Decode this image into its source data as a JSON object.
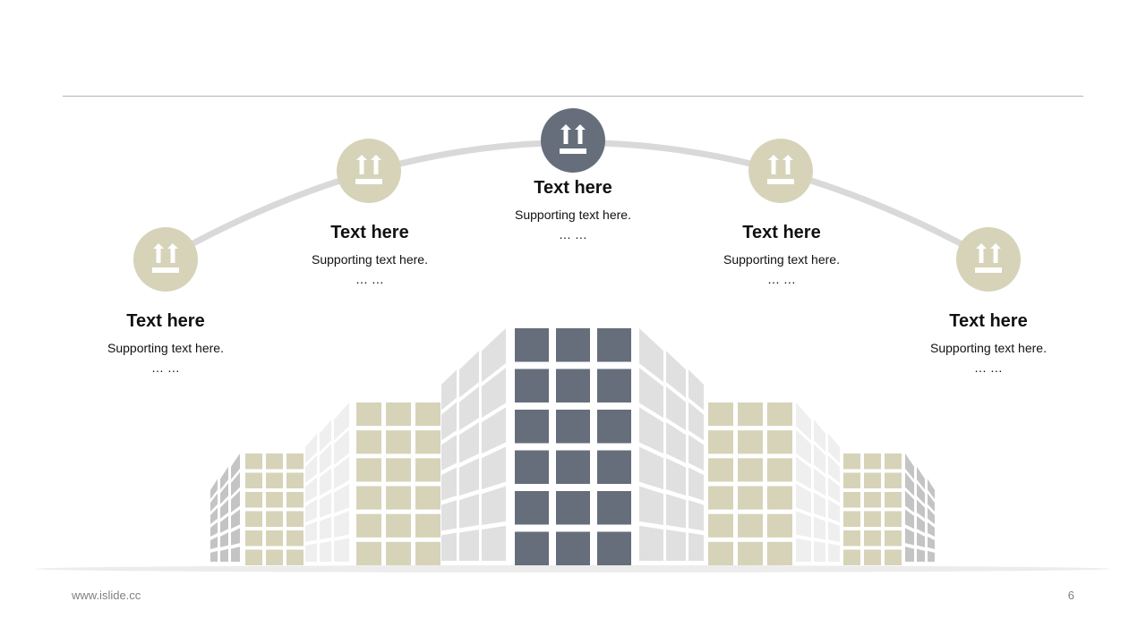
{
  "colors": {
    "accent": "#666e7b",
    "tan": "#d6d3b9",
    "arc": "#d9d9d9",
    "rule": "#b4b4b4"
  },
  "nodes": [
    {
      "title": "Text here",
      "subtitle": "Supporting text here.",
      "ellipsis": "… …",
      "icon": "this-side-up-icon",
      "highlight": false
    },
    {
      "title": "Text here",
      "subtitle": "Supporting text here.",
      "ellipsis": "… …",
      "icon": "this-side-up-icon",
      "highlight": false
    },
    {
      "title": "Text here",
      "subtitle": "Supporting text here.",
      "ellipsis": "… …",
      "icon": "this-side-up-icon",
      "highlight": true
    },
    {
      "title": "Text here",
      "subtitle": "Supporting text here.",
      "ellipsis": "… …",
      "icon": "this-side-up-icon",
      "highlight": false
    },
    {
      "title": "Text here",
      "subtitle": "Supporting text here.",
      "ellipsis": "… …",
      "icon": "this-side-up-icon",
      "highlight": false
    }
  ],
  "footer": {
    "url": "www.islide.cc",
    "page": "6"
  }
}
